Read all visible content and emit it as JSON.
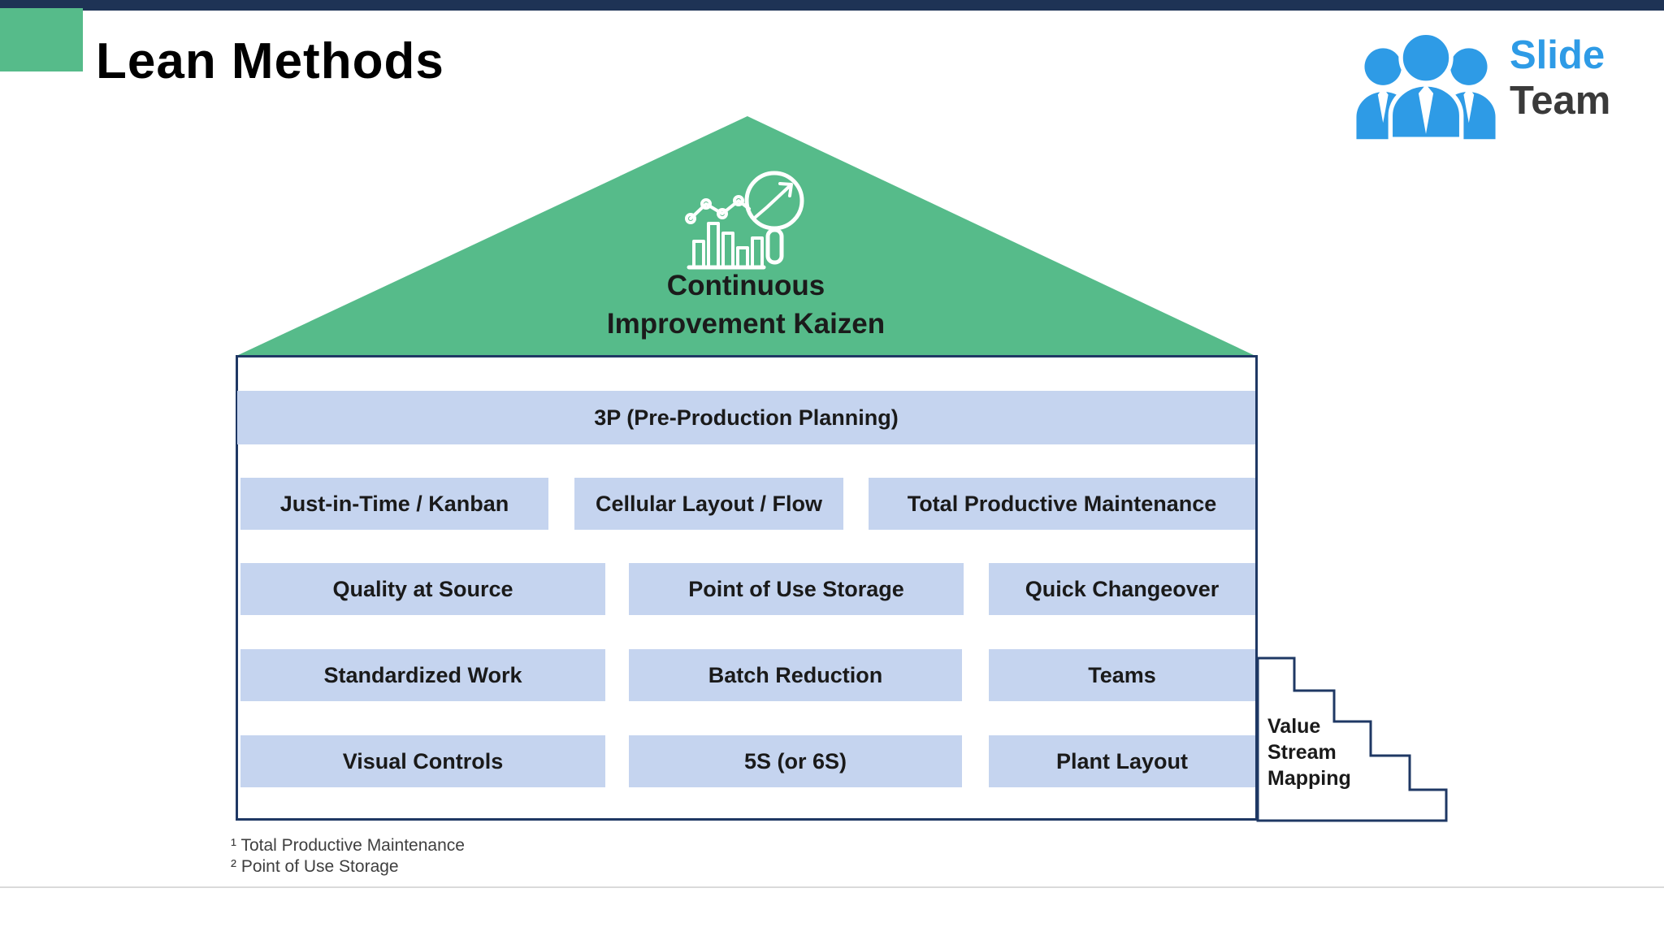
{
  "slide": {
    "title": "Lean Methods"
  },
  "logo": {
    "line1": "Slide",
    "line2": "Team"
  },
  "roof": {
    "icon": "analytics-magnifier-icon",
    "label_line1": "Continuous",
    "label_line2": "Improvement Kaizen"
  },
  "house": {
    "top_band": "3P (Pre-Production Planning)",
    "rows": [
      [
        "Just-in-Time / Kanban",
        "Cellular Layout / Flow",
        "Total Productive Maintenance"
      ],
      [
        "Quality at Source",
        "Point of Use Storage",
        "Quick Changeover"
      ],
      [
        "Standardized Work",
        "Batch Reduction",
        "Teams"
      ],
      [
        "Visual Controls",
        "5S (or 6S)",
        "Plant Layout"
      ]
    ]
  },
  "stairs": {
    "label": "Value Stream Mapping"
  },
  "footnotes": [
    "¹ Total Productive Maintenance",
    "² Point of Use Storage"
  ],
  "colors": {
    "green": "#56BB8A",
    "navy": "#1F3864",
    "light_blue": "#C5D4EF",
    "logo_blue": "#2E9BE6",
    "top_bar": "#1E3355"
  }
}
